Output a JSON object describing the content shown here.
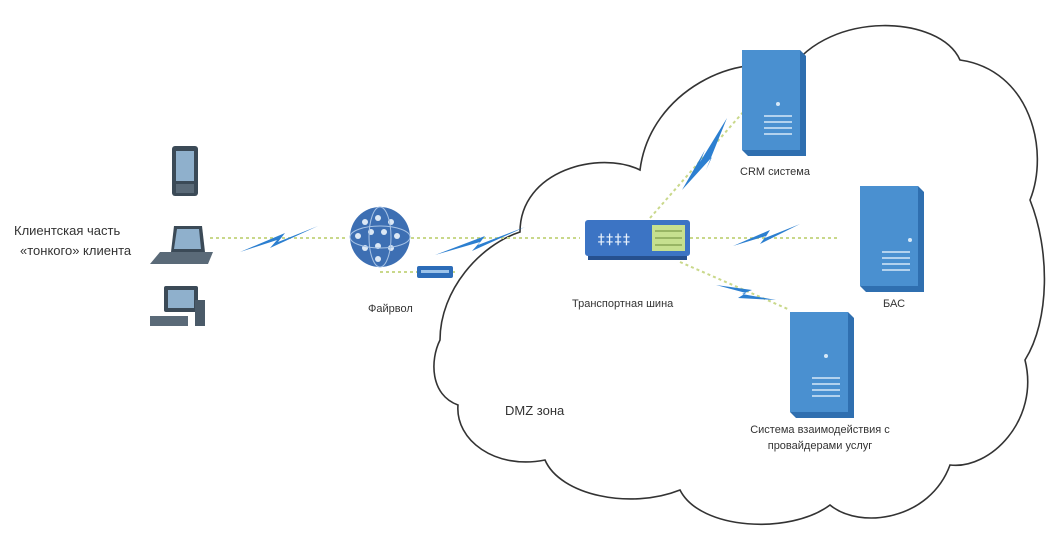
{
  "labels": {
    "client_line1": "Клиентская часть",
    "client_line2": "«тонкого» клиента",
    "firewall": "Файрвол",
    "transport_bus": "Транспортная шина",
    "crm": "CRM система",
    "bas": "БАС",
    "provider_line1": "Система взаимодействия с",
    "provider_line2": "провайдерами услуг",
    "dmz": "DMZ зона"
  },
  "colors": {
    "server_fill": "#4a90d0",
    "server_edge": "#2f6fb0",
    "link": "#c9d88a",
    "lightning": "#2c7fd0",
    "cloud_stroke": "#333333"
  },
  "icons": [
    "phone-icon",
    "laptop-icon",
    "desktop-icon",
    "globe-icon",
    "router-icon",
    "server-icon",
    "lightning-icon"
  ]
}
